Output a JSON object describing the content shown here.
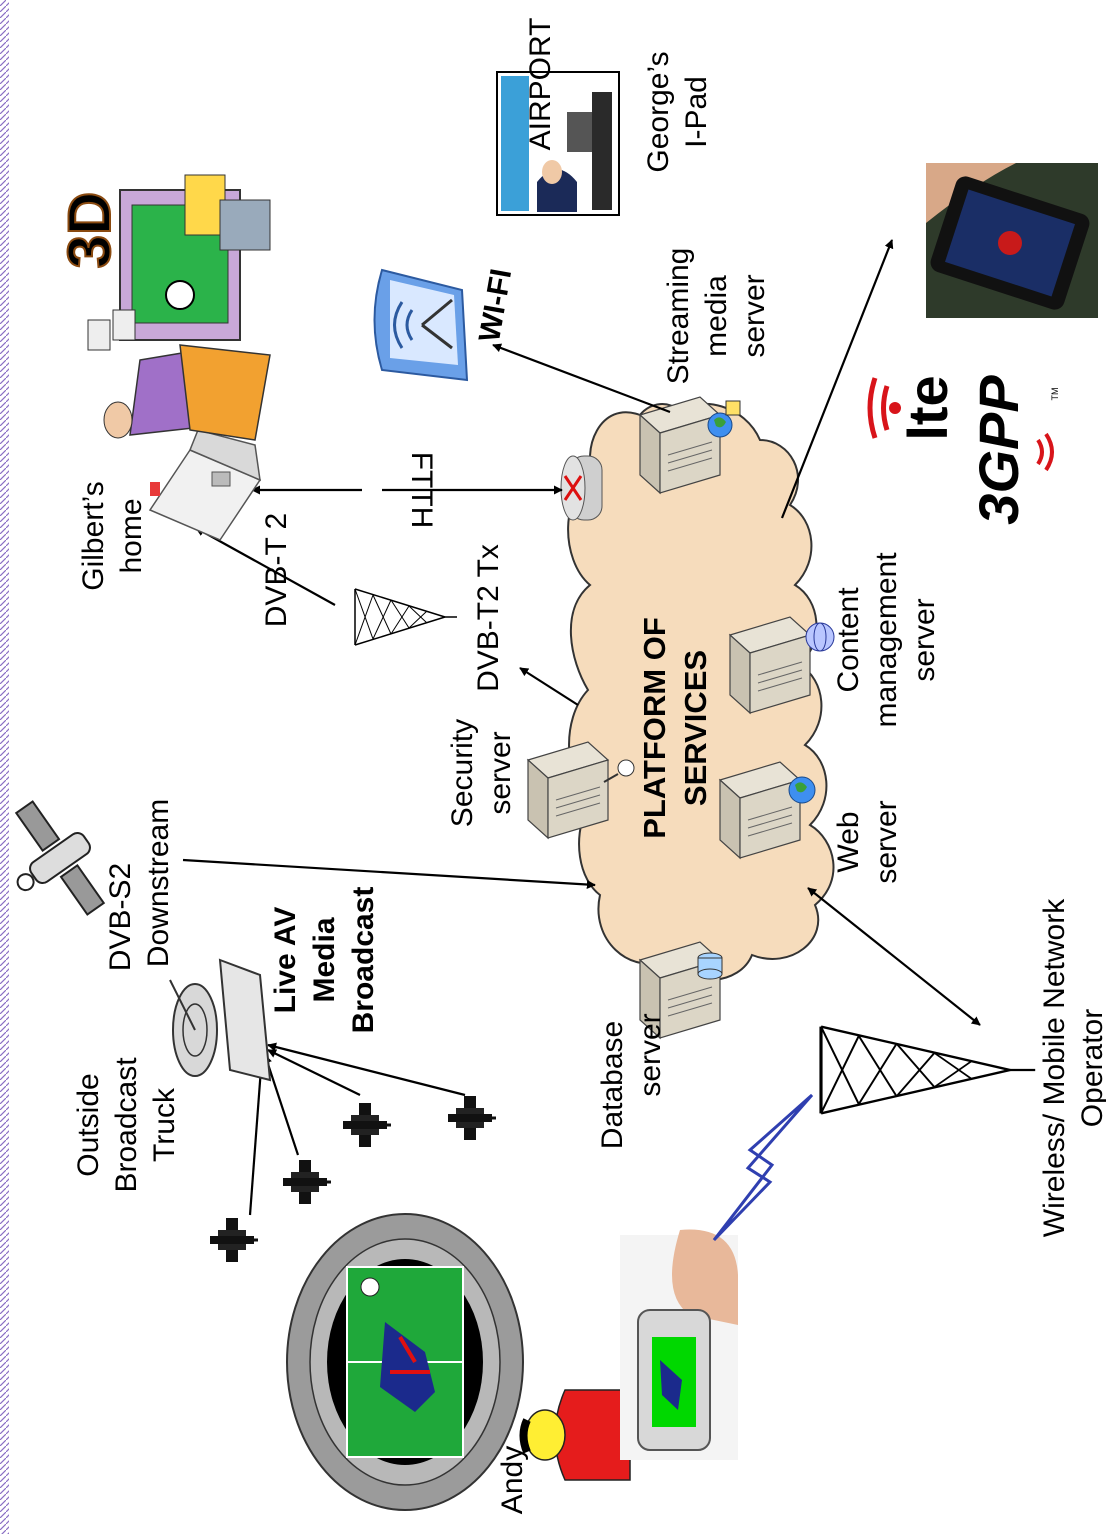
{
  "diagram": {
    "cloud": {
      "line1": "PLATFORM OF",
      "line2": "SERVICES"
    },
    "servers": {
      "database": {
        "line1": "Database",
        "line2": "server"
      },
      "security": {
        "line1": "Security",
        "line2": "server"
      },
      "web": {
        "line1": "Web",
        "line2": "server"
      },
      "content": {
        "line1": "Content",
        "line2": "management",
        "line3": "server"
      },
      "streaming": {
        "line1": "Streaming",
        "line2": "media",
        "line3": "server"
      }
    },
    "nodes": {
      "outside_broadcast": {
        "line1": "Outside",
        "line2": "Broadcast",
        "line3": "Truck"
      },
      "live_av": {
        "line1": "Live AV",
        "line2": "Media",
        "line3": "Broadcast"
      },
      "dvbs2": {
        "line1": "DVB-S2",
        "line2": "Downstream"
      },
      "dvbt2_tx": "DVB-T2 Tx",
      "dvbt2": "DVB-T 2",
      "gilbert": {
        "line1": "Gilbert’s",
        "line2": "home"
      },
      "ftth": "FTTH",
      "wifi": "WI-FI",
      "airport": "AIRPORT",
      "george": {
        "line1": "George’s",
        "line2": "I-Pad"
      },
      "wireless": {
        "line1": "Wireless/ Mobile Network",
        "line2": "Operator"
      },
      "andy": "Andy",
      "lte": "lte",
      "gpp": "3GPP",
      "tm": "TM"
    },
    "colors": {
      "cloud_fill": "#f6dcbc",
      "cloud_stroke": "#333333",
      "left_border": "#8a6fc4",
      "pitch_green": "#1fa83a",
      "screen_green": "#00d800",
      "andy_red": "#e51c1c",
      "andy_yellow": "#ffee33",
      "wifi_blue": "#6aa0e8",
      "lte_red": "#d8141a",
      "bolt_blue": "#2f3fb0"
    }
  }
}
